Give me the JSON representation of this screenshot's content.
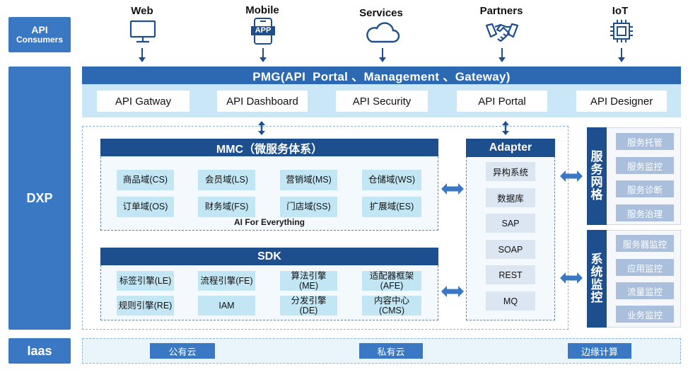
{
  "layers": {
    "api_consumers": [
      "API",
      "Consumers"
    ],
    "dxp": "DXP",
    "iaas": "Iaas"
  },
  "consumers": [
    {
      "label": "Web",
      "icon": "monitor-icon"
    },
    {
      "label": "Mobile",
      "icon": "mobile-app-icon",
      "icon_text": "APP"
    },
    {
      "label": "Services",
      "icon": "cloud-icon"
    },
    {
      "label": "Partners",
      "icon": "handshake-icon"
    },
    {
      "label": "IoT",
      "icon": "chip-icon"
    }
  ],
  "pmg": {
    "title": "PMG(API  Portal 、Management 、Gateway)",
    "items": [
      "API Gatway",
      "API Dashboard",
      "API Security",
      "API Portal",
      "API Designer"
    ]
  },
  "mmc": {
    "title": "MMC（微服务体系）",
    "domains": [
      "商品域(CS)",
      "会员域(LS)",
      "营销域(MS)",
      "仓储域(WS)",
      "订单域(OS)",
      "财务域(FS)",
      "门店域(SS)",
      "扩展域(ES)"
    ],
    "footer": "AI For Everything"
  },
  "sdk": {
    "title": "SDK",
    "items": [
      [
        "标签引擎(LE)"
      ],
      [
        "流程引擎(FE)"
      ],
      [
        "算法引擎",
        "(ME)"
      ],
      [
        "适配器框架",
        "(AFE)"
      ],
      [
        "规则引擎(RE)"
      ],
      [
        "IAM"
      ],
      [
        "分发引擎",
        "(DE)"
      ],
      [
        "内容中心",
        "(CMS)"
      ]
    ]
  },
  "adapter": {
    "title": "Adapter",
    "items": [
      "异构系统",
      "数据库",
      "SAP",
      "SOAP",
      "REST",
      "MQ"
    ]
  },
  "service_mesh": {
    "title": [
      "服",
      "务",
      "网",
      "格"
    ],
    "items": [
      "服务托管",
      "服务监控",
      "服务诊断",
      "服务治理"
    ]
  },
  "system_monitor": {
    "title": [
      "系",
      "统",
      "监",
      "控"
    ],
    "items": [
      "服务器监控",
      "应用监控",
      "流量监控",
      "业务监控"
    ]
  },
  "iaas": {
    "items": [
      "公有云",
      "私有云",
      "边缘计算"
    ]
  },
  "colors": {
    "layer_blue": "#3a78c3",
    "dark_navy": "#1d4f8e",
    "pmg_blue": "#2d69b3",
    "light_cyan": "#c3e6f5",
    "arrow_blue": "#3a78c3"
  }
}
